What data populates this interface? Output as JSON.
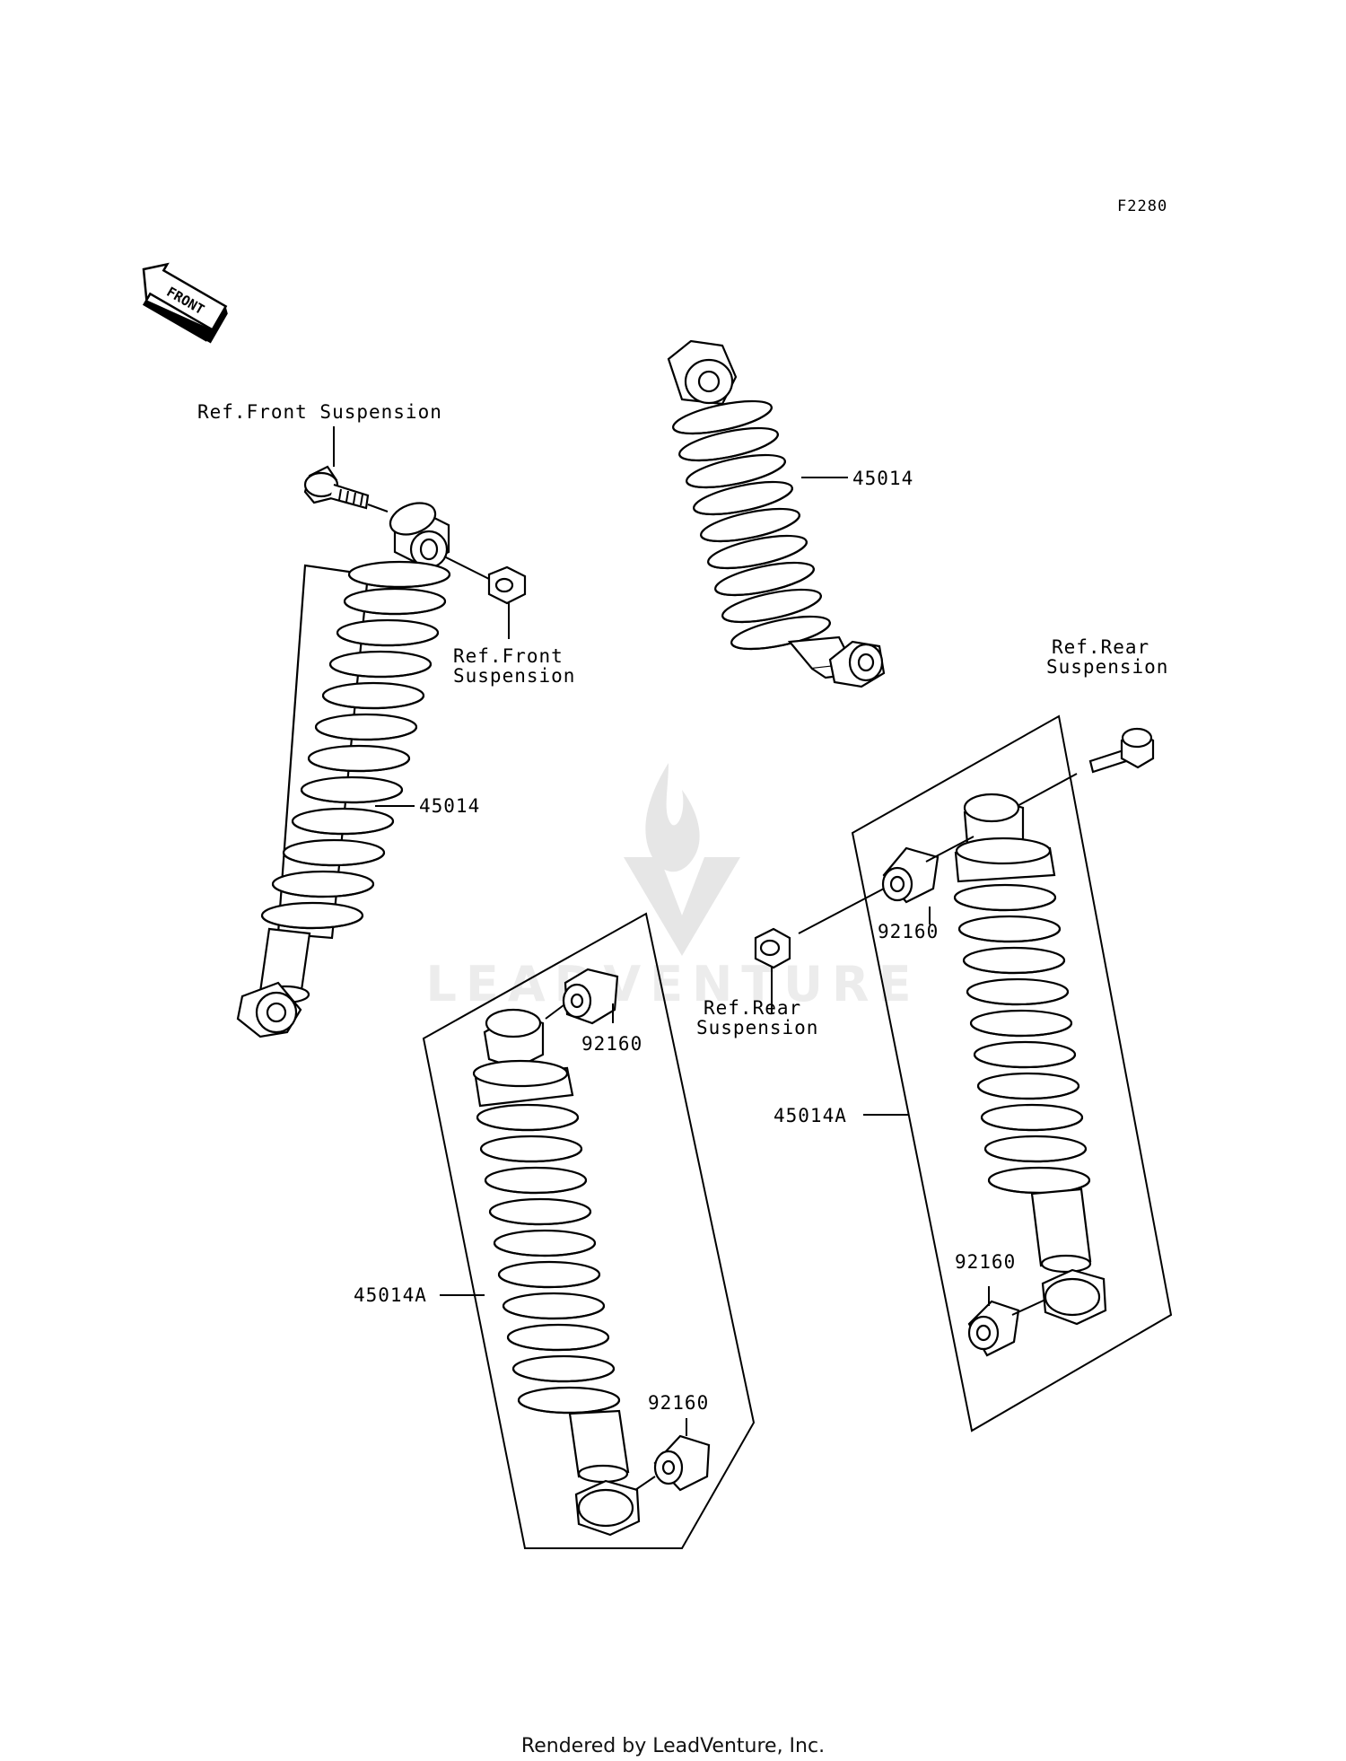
{
  "diagram_code": "F2280",
  "front_badge": "FRONT",
  "watermark": "LEADVENTURE",
  "footer": "Rendered by LeadVenture, Inc.",
  "labels": {
    "ref_front_top": "Ref.Front Suspension",
    "ref_front_nut_1": "Ref.Front",
    "ref_front_nut_2": "Suspension",
    "part_45014_top": "45014",
    "part_45014_left": "45014",
    "ref_rear_top_1": "Ref.Rear",
    "ref_rear_top_2": "Suspension",
    "bushing_92160_right_upper": "92160",
    "ref_rear_nut_1": "Ref.Rear",
    "ref_rear_nut_2": "Suspension",
    "part_45014A_right": "45014A",
    "bushing_92160_left_upper": "92160",
    "part_45014A_left": "45014A",
    "bushing_92160_right_lower": "92160",
    "bushing_92160_left_lower": "92160"
  }
}
